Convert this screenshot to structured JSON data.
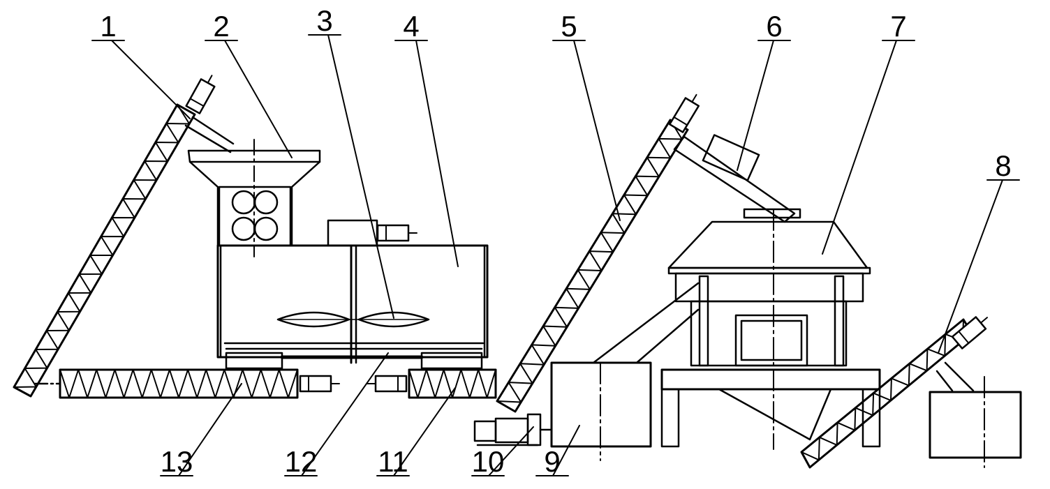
{
  "figure": {
    "line_color": "#000000",
    "background": "#ffffff"
  },
  "callouts": [
    {
      "id": "c1",
      "label": "1"
    },
    {
      "id": "c2",
      "label": "2"
    },
    {
      "id": "c3",
      "label": "3"
    },
    {
      "id": "c4",
      "label": "4"
    },
    {
      "id": "c5",
      "label": "5"
    },
    {
      "id": "c6",
      "label": "6"
    },
    {
      "id": "c7",
      "label": "7"
    },
    {
      "id": "c8",
      "label": "8"
    },
    {
      "id": "c9",
      "label": "9"
    },
    {
      "id": "c10",
      "label": "10"
    },
    {
      "id": "c11",
      "label": "11"
    },
    {
      "id": "c12",
      "label": "12"
    },
    {
      "id": "c13",
      "label": "13"
    }
  ]
}
